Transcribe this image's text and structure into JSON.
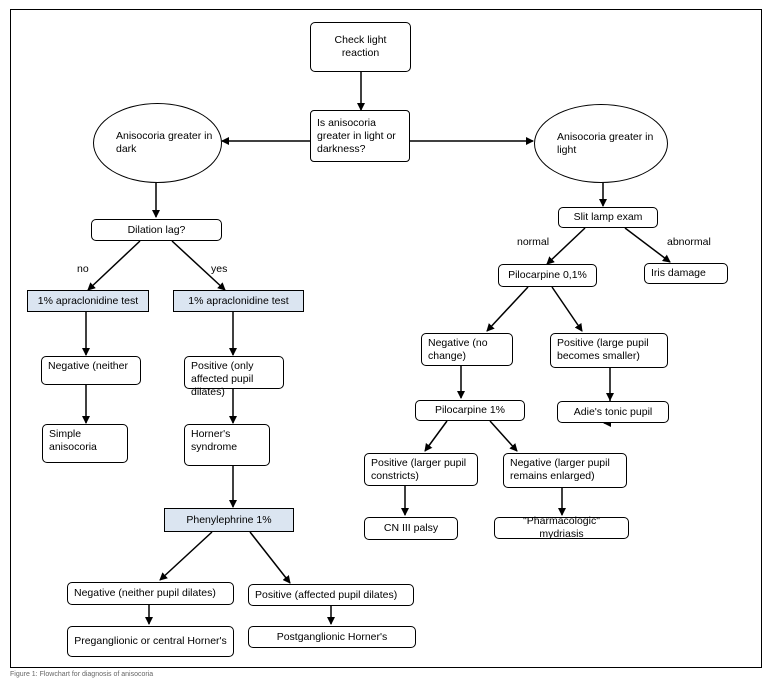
{
  "nodes": {
    "check_light": "Check light reaction",
    "question": "Is anisocoria greater in light or darkness?",
    "dark": "Anisocoria greater in dark",
    "light": "Anisocoria greater in light",
    "dilation_lag": "Dilation lag?",
    "apra_no": "1% apraclonidine test",
    "apra_yes": "1% apraclonidine test",
    "neg_neither": "Negative (neither",
    "pos_affected": "Positive (only affected pupil dilates)",
    "simple": "Simple anisocoria",
    "horners": "Horner's syndrome",
    "phenylephrine": "Phenylephrine 1%",
    "neg_neither_dilates": "Negative (neither pupil dilates)",
    "pos_affected_dilates": "Positive (affected pupil  dilates)",
    "preganglionic": "Preganglionic or central Horner's",
    "postganglionic": "Postganglionic Horner's",
    "slit_lamp": "Slit lamp exam",
    "pilo_01": "Pilocarpine 0,1%",
    "iris": "Iris damage",
    "neg_no_change": "Negative (no change)",
    "pos_large_smaller": "Positive (large pupil becomes smaller)",
    "pilo_1": "Pilocarpine 1%",
    "adie": "Adie's tonic pupil",
    "pos_larger_constricts": "Positive (larger pupil constricts)",
    "neg_larger_enlarged": "Negative (larger pupil remains enlarged)",
    "cn3": "CN III palsy",
    "pharma": "\"Pharmacologic\" mydriasis"
  },
  "edge_labels": {
    "no": "no",
    "yes": "yes",
    "normal": "normal",
    "abnormal": "abnormal"
  },
  "caption": "Figure 1: Flowchart for diagnosis of anisocoria"
}
